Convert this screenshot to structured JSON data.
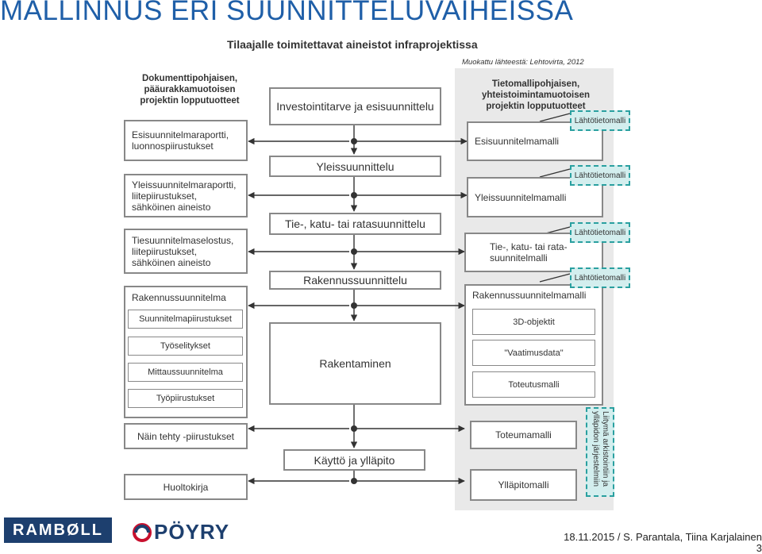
{
  "title": "MALLINNUS ERI SUUNNITTELUVAIHEISSA",
  "subtitle": "Tilaajalle toimitettavat aineistot infraprojektissa",
  "source": "Muokattu lähteestä: Lehtovirta, 2012",
  "left": {
    "header": "Dokumenttipohjaisen, pääurakkamuotoisen projektin lopputuotteet",
    "box1": "Esisuunnitelmaraportti, luonnospiirustukset",
    "box2": "Yleissuunnitelmaraportti, liitepiirustukset, sähköinen aineisto",
    "box3": "Tiesuunnitelmaselostus, liitepiirustukset, sähköinen aineisto",
    "box4_title": "Rakennussuunnitelma",
    "box4_items": [
      "Suunnitelmapiirustukset",
      "Työselitykset",
      "Mittaussuunnitelma",
      "Työpiirustukset"
    ],
    "box5": "Näin tehty -piirustukset",
    "box6": "Huoltokirja"
  },
  "center": {
    "stage1": "Investointitarve ja esisuunnittelu",
    "stage2": "Yleissuunnittelu",
    "stage3": "Tie-, katu- tai ratasuunnittelu",
    "stage4": "Rakennussuunnittelu",
    "stage5": "Rakentaminen",
    "stage6": "Käyttö ja ylläpito"
  },
  "right": {
    "header": "Tietomallipohjaisen, yhteistoimintamuotoisen projektin lopputuotteet",
    "box1": "Esisuunnitelmamalli",
    "box2": "Yleissuunnitelmamalli",
    "box3": "Tie-, katu- tai rata-suunnitelmalli",
    "box4_title": "Rakennussuunnitelmamalli",
    "box4_items": [
      "3D-objektit",
      "\"Vaatimusdata\"",
      "Toteutusmalli"
    ],
    "box5": "Toteumamalli",
    "box6": "Ylläpitomalli",
    "tag": "Lähtötietomalli",
    "vertical_note": "Liitymä arkistointiin ja ylläpidon järjestelmiin"
  },
  "logos": {
    "ramboll": "RAMBØLL",
    "poyry": "PÖYRY"
  },
  "footer": {
    "text": "18.11.2015 / S. Parantala, Tiina Karjalainen",
    "page": "3"
  },
  "colors": {
    "title": "#1f5fa8",
    "tag_fill": "#d3eeee",
    "tag_border": "#2aa0a0",
    "panel": "#e9e9e9"
  }
}
